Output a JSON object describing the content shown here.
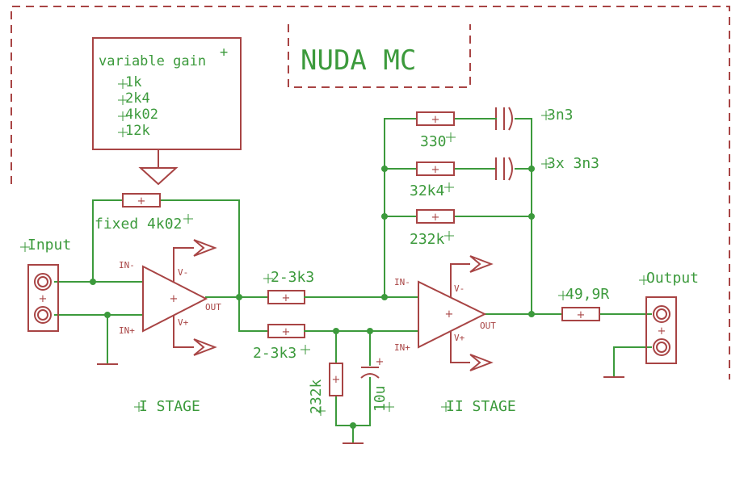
{
  "title": "NUDA MC",
  "connectors": {
    "input": "Input",
    "output": "Output"
  },
  "stages": {
    "first": "I STAGE",
    "second": "II STAGE"
  },
  "gain_box": {
    "heading": "variable gain",
    "values": [
      "1k",
      "2k4",
      "4k02",
      "12k"
    ]
  },
  "components": {
    "r_fixed": "fixed 4k02",
    "r_in_top": "2-3k3",
    "r_in_bottom": "2-3k3",
    "r_shunt": "232k",
    "c_shunt": "10u",
    "r_fb1": "330",
    "c_fb1": "3n3",
    "r_fb2": "32k4",
    "c_fb2": "3x 3n3",
    "r_fb3": "232k",
    "r_out": "49,9R"
  },
  "pins": {
    "in_minus": "IN-",
    "in_plus": "IN+",
    "out": "OUT",
    "v_minus": "V-",
    "v_plus": "V+",
    "plus_sign": "+"
  },
  "colors": {
    "wire": "#3c9a3c",
    "component": "#a84444",
    "background": "#ffffff"
  }
}
